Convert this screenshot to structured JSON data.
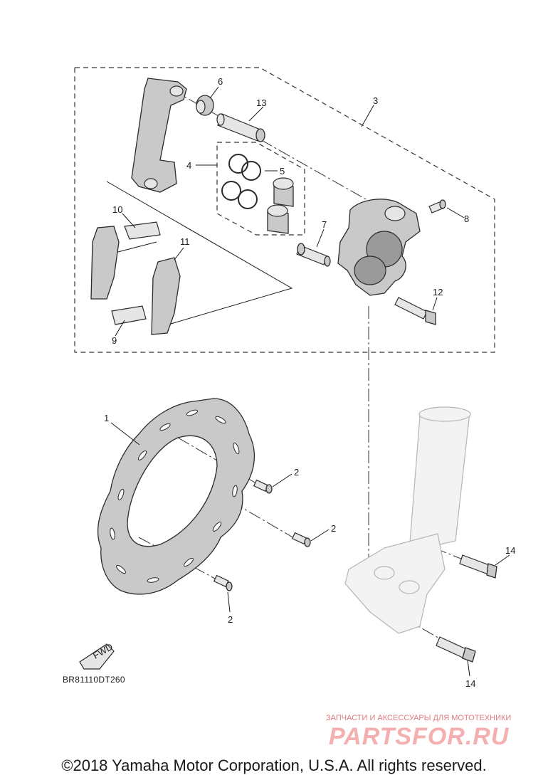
{
  "diagram": {
    "callouts": {
      "c1": "1",
      "c2a": "2",
      "c2b": "2",
      "c2c": "2",
      "c3": "3",
      "c4": "4",
      "c5": "5",
      "c6": "6",
      "c7": "7",
      "c8": "8",
      "c9": "9",
      "c10": "10",
      "c11": "11",
      "c12": "12",
      "c13": "13",
      "c14a": "14",
      "c14b": "14"
    },
    "fwd_label": "FWD",
    "drawing_code": "BR81110DT260"
  },
  "watermark": {
    "tagline": "ЗАПЧАСТИ И АКСЕССУАРЫ ДЛЯ МОТОТЕХНИКИ",
    "logo": "PARTSFOR.RU"
  },
  "footer": {
    "copyright": "©2018 Yamaha Motor Corporation, U.S.A. All rights reserved."
  }
}
